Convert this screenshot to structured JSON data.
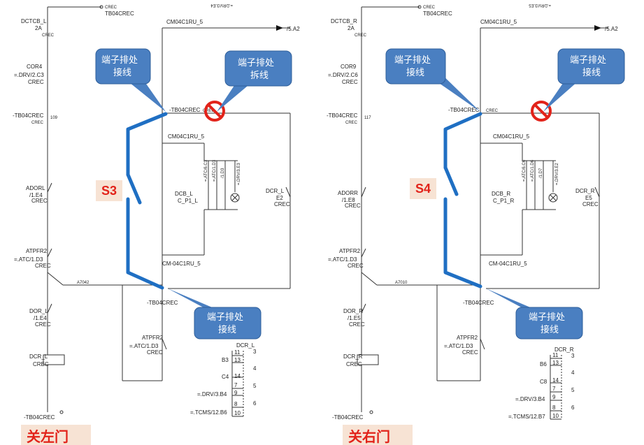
{
  "left": {
    "top_label": "TB04CREC",
    "dctcb": "DCTCB_L",
    "dctcb_rating": "2A",
    "cor": "COR4",
    "cor_ref": "=.DRV/2.C3",
    "crec": "CREC",
    "tb_mid": "-TB04CREC",
    "tb_mid_num": "109",
    "ador": "ADORL",
    "ador_ref": "/1.E4",
    "atpfr2": "ATPFR2",
    "atpfr2_ref": "=.ATC/1.D3",
    "dor": "DOR_L",
    "dor_ref": "/1.E4",
    "dcr": "DCR_L",
    "tb_bottom": "-TB04CREC",
    "cm_top": "CM04C1RU_5",
    "cm_mid": "CM04C1RU_5",
    "cm_bot": "CM-04C1RU_5",
    "tb_right": "-TB04CREC",
    "tb_right2": "-TB04CREC",
    "dcb": "DCB_L",
    "dcb2": "C_P1_L",
    "atc1": "=.ATC/6.C3",
    "atc2": "=.ATC/1.D3",
    "drv": "=.DRV/3.E3",
    "drv_top": "=.DRV/3.E4",
    "arrow_ref": "/5.A2",
    "dcr_right": "DCR_L",
    "dcr_right_ref": "E2",
    "atpfr2b": "ATPFR2",
    "atpfr2b_ref": "=.ATC/1.D3",
    "table_title": "DCR_L",
    "table_rows": [
      "B3",
      "C4",
      "=.DRV/3.B4",
      "=.TCMS/12.B6"
    ],
    "table_nums": [
      "11",
      "13",
      "14",
      "7",
      "9",
      "8",
      "10"
    ],
    "table_pair": [
      "3",
      "4",
      "5",
      "6"
    ],
    "callout1": [
      "端子排处",
      "接线"
    ],
    "callout2": [
      "端子排处",
      "拆线"
    ],
    "callout3": [
      "端子排处",
      "接线"
    ],
    "switch_label": "S3",
    "banner": "关左门"
  },
  "right": {
    "top_label": "TB04CREC",
    "dctcb": "DCTCB_R",
    "dctcb_rating": "2A",
    "cor": "COR9",
    "cor_ref": "=.DRV/2.C6",
    "crec": "CREC",
    "tb_mid": "-TB04CREC",
    "tb_mid_num": "117",
    "ador": "ADORR",
    "ador_ref": "/1.E8",
    "atpfr2": "ATPFR2",
    "atpfr2_ref": "=.ATC/1.D3",
    "dor": "DOR_R",
    "dor_ref": "/1.E5",
    "dcr": "DCR_R",
    "tb_bottom": "-TB04CREC",
    "cm_top": "CM04C1RU_5",
    "cm_mid": "CM04C1RU_5",
    "cm_bot": "CM-04C1RU_5",
    "tb_right": "-TB04CREC",
    "tb_right2": "-TB04CREC",
    "dcb": "DCB_R",
    "dcb2": "C_P1_R",
    "atc1": "=.ATC/6.C6",
    "atc2": "=.ATC/1.D6",
    "drv": "=.DRV/3.E2",
    "drv_top": "=.DRV/3.E5",
    "arrow_ref": "/5.A2",
    "dcr_right": "DCR_R",
    "dcr_right_ref": "E5",
    "atpfr2b": "ATPFR2",
    "atpfr2b_ref": "=.ATC/1.D3",
    "table_title": "DCR_R",
    "table_rows": [
      "B6",
      "C8",
      "=.DRV/3.B4",
      "=.TCMS/12.B7"
    ],
    "table_nums": [
      "11",
      "13",
      "14",
      "7",
      "9",
      "8",
      "10"
    ],
    "table_pair": [
      "3",
      "4",
      "5",
      "6"
    ],
    "callout1": [
      "端子排处",
      "接线"
    ],
    "callout2": [
      "端子排处",
      "接线"
    ],
    "callout3": [
      "端子排处",
      "接线"
    ],
    "switch_label": "S4",
    "banner": "关右门"
  },
  "colors": {
    "highlight_wire": "#1f6fc3",
    "callout_fill": "#4a7fc1",
    "no_symbol": "#e2231a",
    "banner_text": "#e2231a",
    "switch_label_bg": "#f7e3d4"
  }
}
